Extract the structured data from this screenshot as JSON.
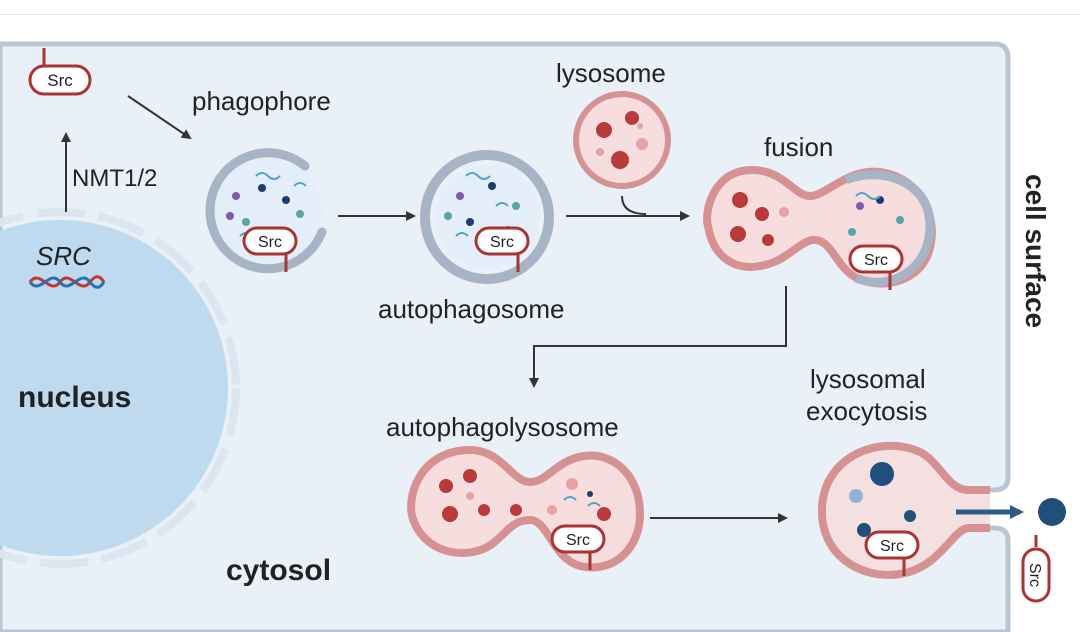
{
  "labels": {
    "phagophore": "phagophore",
    "lysosome": "lysosome",
    "fusion": "fusion",
    "cell_surface": "cell surface",
    "nmt": "NMT1/2",
    "src_gene": "SRC",
    "autophagosome": "autophagosome",
    "nucleus": "nucleus",
    "autophagolysosome": "autophagolysosome",
    "lysosomal_exocytosis_line1": "lysosomal",
    "lysosomal_exocytosis_line2": "exocytosis",
    "cytosol": "cytosol",
    "src_protein": "Src"
  },
  "colors": {
    "cytosol_bg": "#e9f0f8",
    "membrane": "#b9c5d3",
    "nucleus": "#bfd9ee",
    "lysosome_fill": "#f7dddd",
    "lysosome_membrane": "#c97a7a",
    "src_red": "#a93434",
    "vesicle_dark": "#1f4f7a",
    "arrow": "#333333"
  }
}
